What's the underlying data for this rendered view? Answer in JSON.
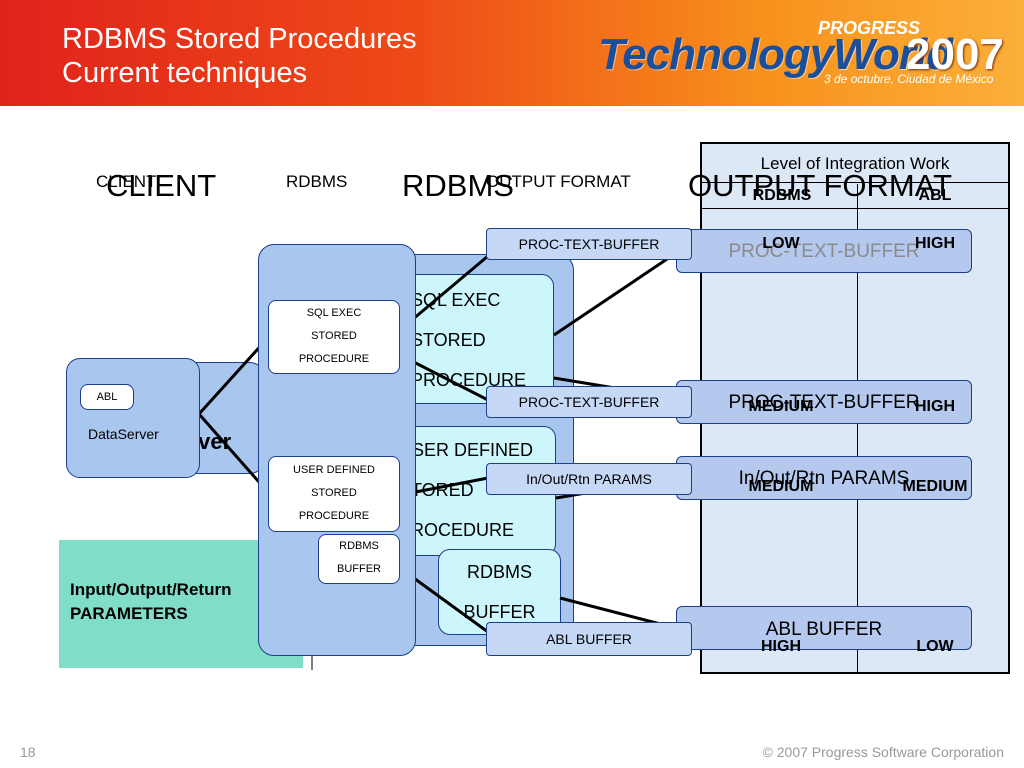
{
  "header": {
    "title_line1": "RDBMS Stored Procedures",
    "title_line2": "Current techniques",
    "logo_progress": "PROGRESS",
    "logo_name": "TechnologyWorld",
    "logo_year": "2007",
    "logo_subtitle": "3 de octubre, Ciudad de México"
  },
  "columns": {
    "client_small": "CLIENT",
    "rdbms_small": "RDBMS",
    "output_small": "OUTPUT FORMAT",
    "client_big": "CLIENT",
    "rdbms_big": "RDBMS",
    "output_big": "OUTPUT FORMAT"
  },
  "table": {
    "title": "Level of Integration Work",
    "col_rdbms": "RDBMS",
    "col_abl": "ABL",
    "rows": [
      {
        "rdbms": "LOW",
        "abl": "HIGH"
      },
      {
        "rdbms": "MEDIUM",
        "abl": "HIGH"
      },
      {
        "rdbms": "MEDIUM",
        "abl": "MEDIUM"
      },
      {
        "rdbms": "HIGH",
        "abl": "LOW"
      }
    ]
  },
  "bars": {
    "proc_text_buffer_1": "PROC-TEXT-BUFFER",
    "proc_text_buffer_2": "PROC-TEXT-BUFFER",
    "inout_params": "In/Out/Rtn PARAMS",
    "abl_buffer": "ABL BUFFER"
  },
  "tags": {
    "proc_text_buffer_1": "PROC-TEXT-BUFFER",
    "proc_text_buffer_2": "PROC-TEXT-BUFFER",
    "inout_params": "In/Out/Rtn PARAMS",
    "abl_buffer": "ABL BUFFER"
  },
  "rdbms_bg": {
    "sql_exec_1": "SQL EXEC",
    "sql_exec_2": "STORED",
    "sql_exec_3": "PROCEDURE",
    "user_def_1": "USER DEFINED",
    "user_def_2": "STORED",
    "user_def_3": "PROCEDURE",
    "rdbms_buffer_1": "RDBMS",
    "rdbms_buffer_2": "BUFFER"
  },
  "rdbms_small": {
    "sql_exec_1": "SQL EXEC",
    "sql_exec_2": "STORED",
    "sql_exec_3": "PROCEDURE",
    "user_def_1": "USER DEFINED",
    "user_def_2": "STORED",
    "user_def_3": "PROCEDURE",
    "rdbms_buffer_1": "RDBMS",
    "rdbms_buffer_2": "BUFFER"
  },
  "client": {
    "abl": "ABL",
    "dataserver": "DataServer",
    "dataserver_bg": "DataServer",
    "params_line1": "Input/Output/Return",
    "params_line2": "PARAMETERS"
  },
  "footer": {
    "slide_number": "18",
    "copyright": "© 2007 Progress Software Corporation"
  }
}
